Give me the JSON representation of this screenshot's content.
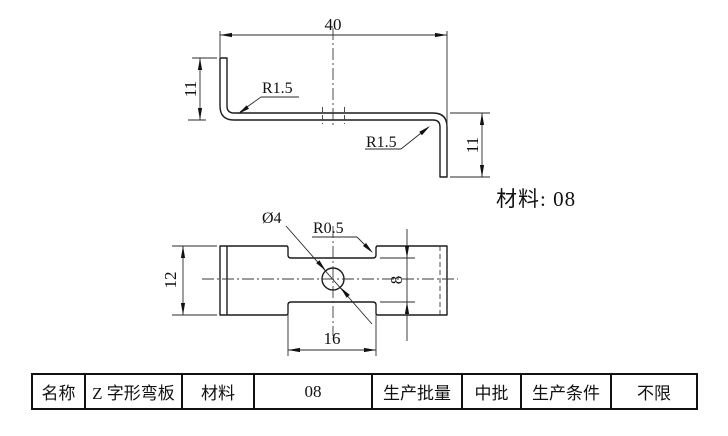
{
  "front_view": {
    "dims": {
      "width": "40",
      "left_height": "11",
      "right_height": "11"
    },
    "labels": {
      "bend_radius_left": "R1.5",
      "bend_radius_right": "R1.5"
    }
  },
  "plan_view": {
    "dims": {
      "height": "12",
      "notch_length": "16",
      "middle_width": "8"
    },
    "labels": {
      "hole_diameter": "Ø4",
      "notch_radius": "R0.5"
    }
  },
  "notes": {
    "material": "材料: 08"
  },
  "titleblock": {
    "cells": [
      {
        "id": "name-label",
        "text": "名称"
      },
      {
        "id": "name-value",
        "text": "Z 字形弯板"
      },
      {
        "id": "material-label",
        "text": "材料"
      },
      {
        "id": "material-value",
        "text": "08"
      },
      {
        "id": "batch-label",
        "text": "生产批量"
      },
      {
        "id": "batch-value",
        "text": "中批"
      },
      {
        "id": "condition-label",
        "text": "生产条件"
      },
      {
        "id": "condition-value",
        "text": "不限"
      }
    ]
  },
  "colors": {
    "line": "#1c1c1c",
    "background": "#ffffff"
  }
}
